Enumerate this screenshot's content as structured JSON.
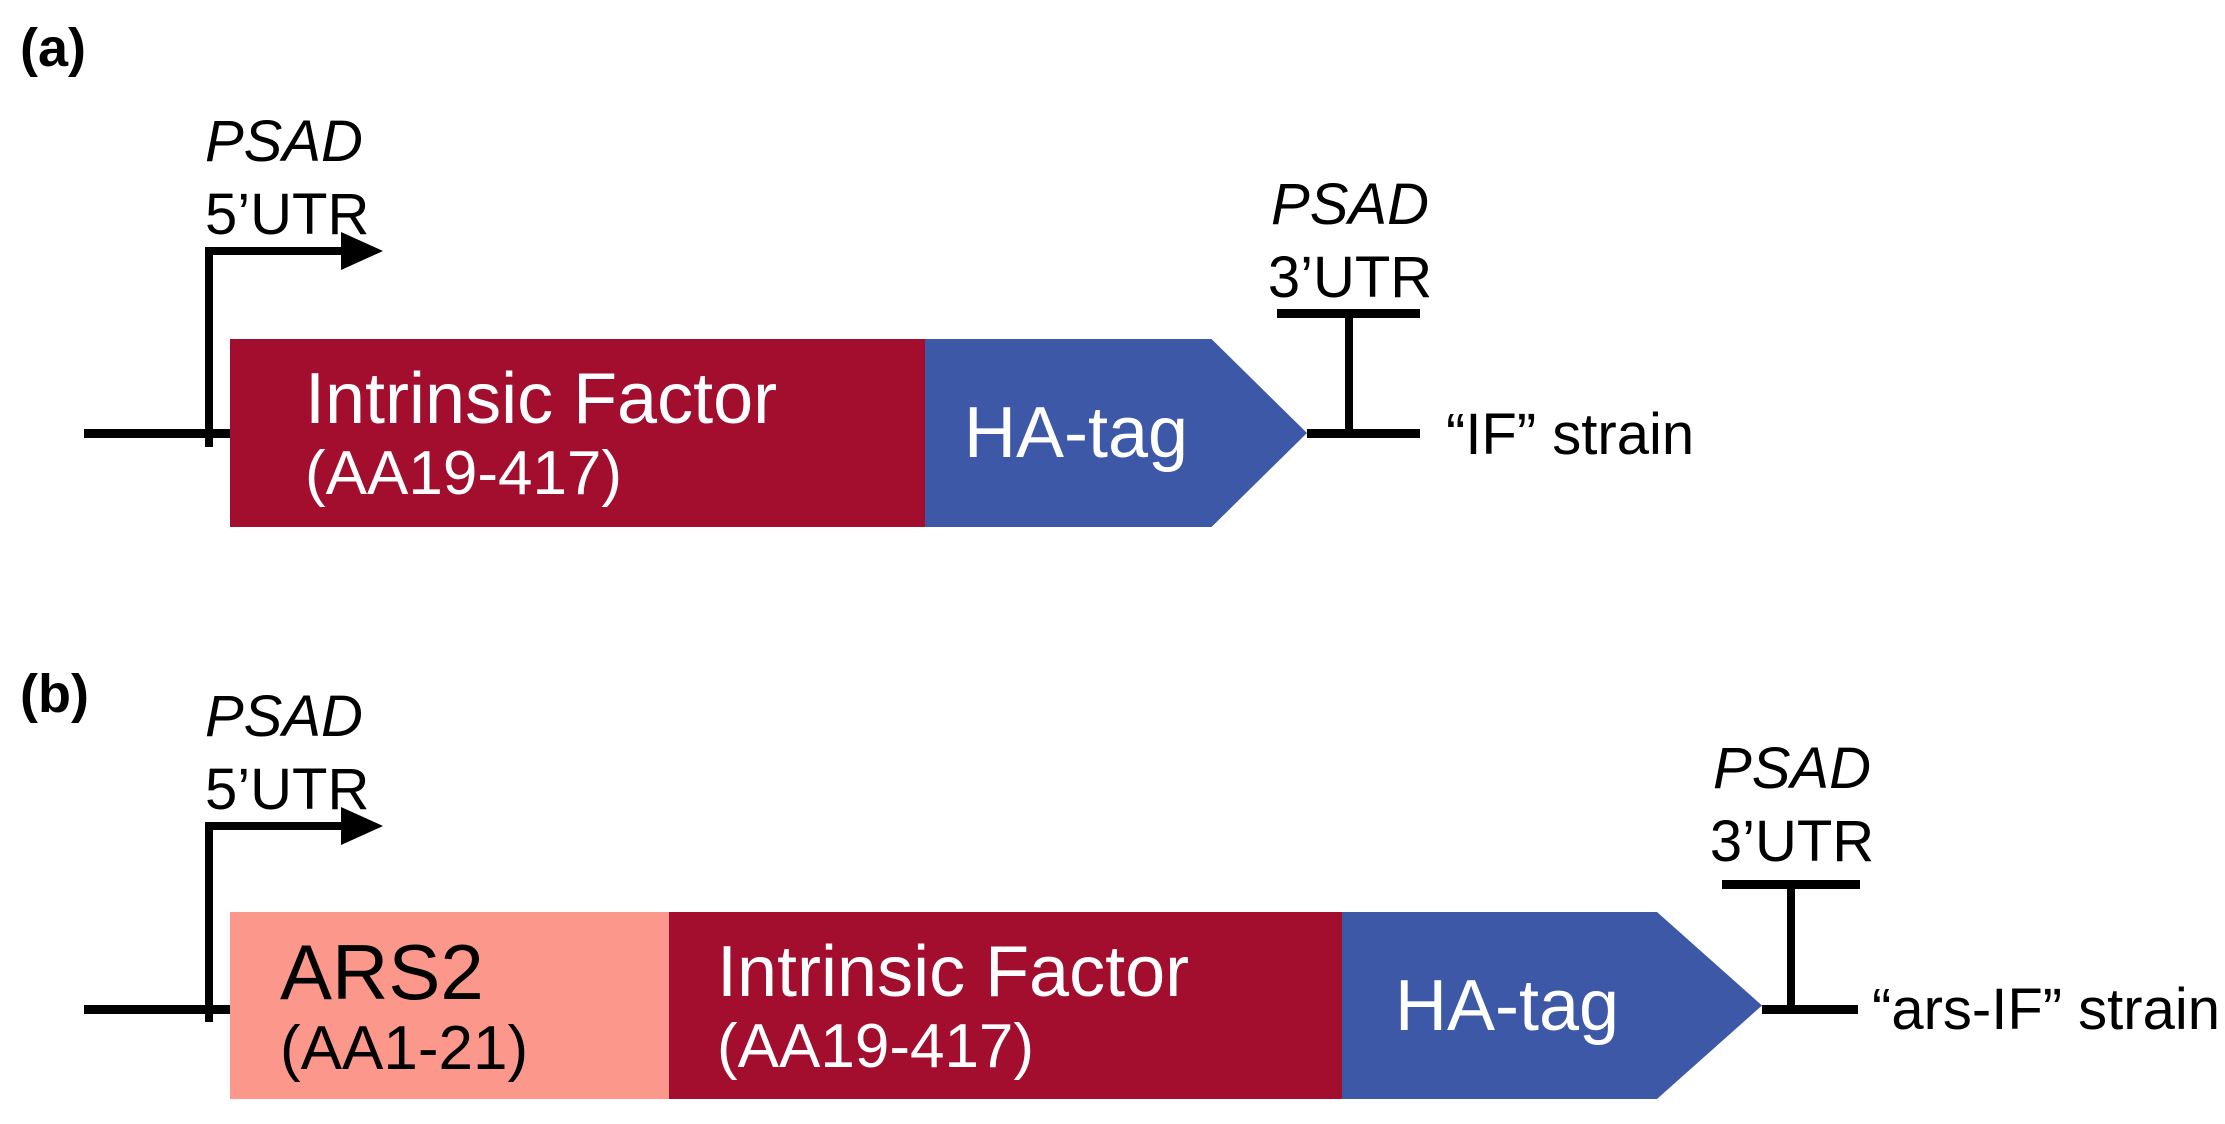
{
  "figure": {
    "type": "gene-construct-diagram",
    "background": "#FFFFFF",
    "colors": {
      "intrinsic_factor_box": "#A30D2E",
      "ha_tag_box": "#3E58A8",
      "ars2_box": "#FC988B",
      "line": "#000000",
      "light_text": "#FFFFFF",
      "dark_text": "#000000"
    },
    "panels": [
      {
        "label": "(a)",
        "promoter": {
          "line1": "PSAD",
          "line2": "5’UTR"
        },
        "terminator": {
          "line1": "PSAD",
          "line2": "3’UTR"
        },
        "strain": "“IF” strain",
        "segments": [
          {
            "name": "intrinsic-factor",
            "title": "Intrinsic Factor",
            "subtitle": "(AA19-417)"
          },
          {
            "name": "ha-tag",
            "title": "HA-tag"
          }
        ]
      },
      {
        "label": "(b)",
        "promoter": {
          "line1": "PSAD",
          "line2": "5’UTR"
        },
        "terminator": {
          "line1": "PSAD",
          "line2": "3’UTR"
        },
        "strain": "“ars-IF” strain",
        "segments": [
          {
            "name": "ars2",
            "title": "ARS2",
            "subtitle": "(AA1-21)"
          },
          {
            "name": "intrinsic-factor",
            "title": "Intrinsic Factor",
            "subtitle": "(AA19-417)"
          },
          {
            "name": "ha-tag",
            "title": "HA-tag"
          }
        ]
      }
    ]
  }
}
